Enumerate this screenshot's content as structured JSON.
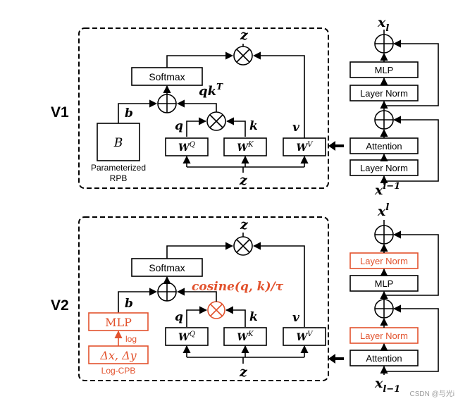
{
  "rows": {
    "v1": "V1",
    "v2": "V2"
  },
  "v1": {
    "z_top": "z",
    "z_bottom": "z",
    "softmax": "Softmax",
    "qk_label": "qk",
    "qk_sup": "T",
    "b": "b",
    "q": "q",
    "k": "k",
    "v": "v",
    "B": "B",
    "wq": "W",
    "wq_sup": "Q",
    "wk": "W",
    "wk_sup": "K",
    "wv": "W",
    "wv_sup": "V",
    "rpb_line1": "Parameterized",
    "rpb_line2": "RPB"
  },
  "v2": {
    "z_top": "z",
    "z_bottom": "z",
    "softmax": "Softmax",
    "cosine": "cosine(q, k)/τ",
    "b": "b",
    "q": "q",
    "k": "k",
    "v": "v",
    "mlp": "MLP",
    "log": "log",
    "delta": "Δx, Δy",
    "logcpb": "Log-CPB",
    "wq": "W",
    "wq_sup": "Q",
    "wk": "W",
    "wk_sup": "K",
    "wv": "W",
    "wv_sup": "V"
  },
  "block_v1": {
    "out": "x",
    "out_sub": "l",
    "mlp": "MLP",
    "ln_top": "Layer Norm",
    "attention": "Attention",
    "ln_bottom": "Layer Norm",
    "in": "x",
    "in_sup": "l−1"
  },
  "block_v2": {
    "out": "x",
    "out_sup": "l",
    "ln_top": "Layer Norm",
    "mlp": "MLP",
    "ln_mid": "Layer Norm",
    "attention": "Attention",
    "in": "x",
    "in_sub": "l−1"
  },
  "watermark": "CSDN @与光i",
  "colors": {
    "accent_red": "#e2522d",
    "line": "#000000",
    "watermark": "#9a9a9a"
  }
}
